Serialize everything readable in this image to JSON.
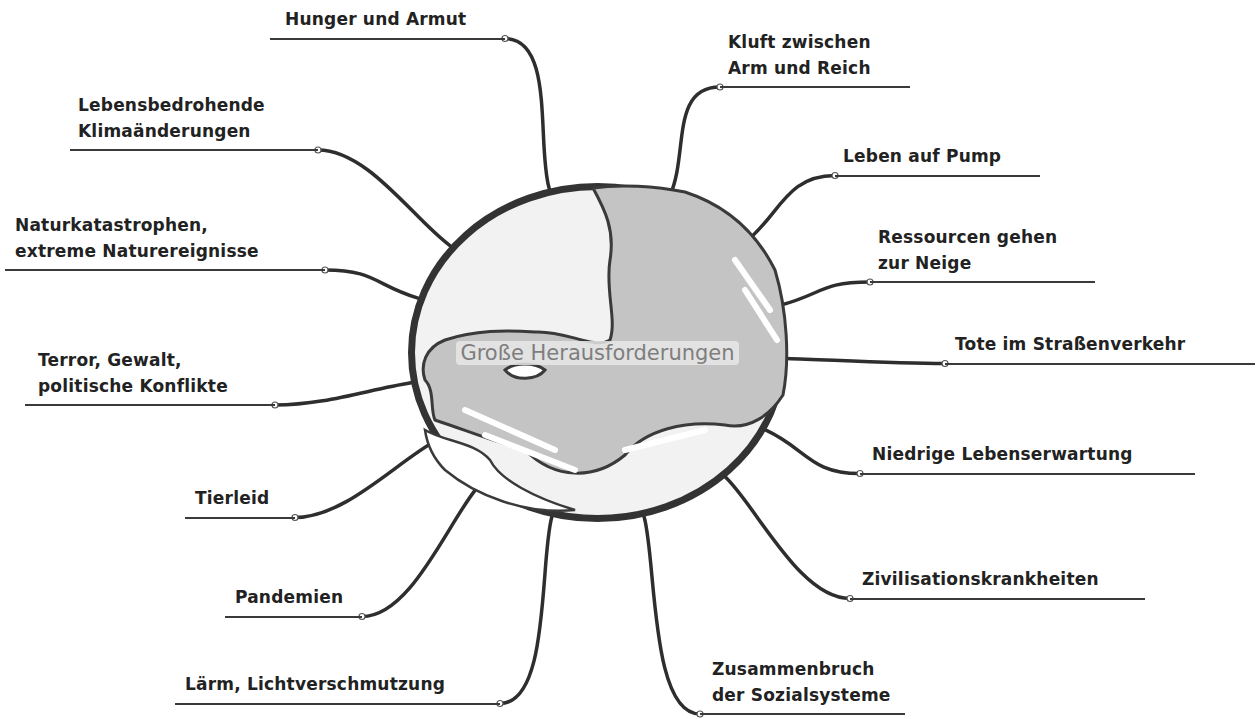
{
  "diagram": {
    "nodes": [
      {
        "text": [
          "Große Herausforderungen"
        ]
      },
      {
        "text": [
          "Hunger und Armut"
        ]
      },
      {
        "text": [
          "Kluft zwischen Arm und Reich"
        ]
      },
      {
        "text": [
          "Lebensbedrohende Klimaänderungen"
        ]
      },
      {
        "text": [
          "Leben auf Pump"
        ]
      },
      {
        "text": [
          "Naturkatastrophen, extreme Naturereignisse"
        ]
      },
      {
        "text": [
          "Ressourcen gehen zur Neige"
        ]
      },
      {
        "text": [
          "Tote im Straßenverkehr"
        ]
      },
      {
        "text": [
          "Terror, Gewalt, politische Konflikte"
        ]
      },
      {
        "text": [
          "Niedrige Lebenserwartung"
        ]
      },
      {
        "text": [
          "Tierleid"
        ]
      },
      {
        "text": [
          "Zivilisationskrankheiten"
        ]
      },
      {
        "text": [
          "Pandemien"
        ]
      },
      {
        "text": [
          "Zusammenbruch der Sozialsysteme"
        ]
      },
      {
        "text": [
          "Lärm, Lichtverschmutzung"
        ]
      }
    ],
    "edges": [
      {
        "from": 0,
        "to": 1,
        "arrow": "none"
      },
      {
        "from": 0,
        "to": 2,
        "arrow": "none"
      },
      {
        "from": 0,
        "to": 3,
        "arrow": "none"
      },
      {
        "from": 0,
        "to": 4,
        "arrow": "none"
      },
      {
        "from": 0,
        "to": 5,
        "arrow": "none"
      },
      {
        "from": 0,
        "to": 6,
        "arrow": "none"
      },
      {
        "from": 0,
        "to": 7,
        "arrow": "none"
      },
      {
        "from": 0,
        "to": 8,
        "arrow": "none"
      },
      {
        "from": 0,
        "to": 9,
        "arrow": "none"
      },
      {
        "from": 0,
        "to": 10,
        "arrow": "none"
      },
      {
        "from": 0,
        "to": 11,
        "arrow": "none"
      },
      {
        "from": 0,
        "to": 12,
        "arrow": "none"
      },
      {
        "from": 0,
        "to": 13,
        "arrow": "none"
      },
      {
        "from": 0,
        "to": 14,
        "arrow": "none"
      }
    ]
  }
}
